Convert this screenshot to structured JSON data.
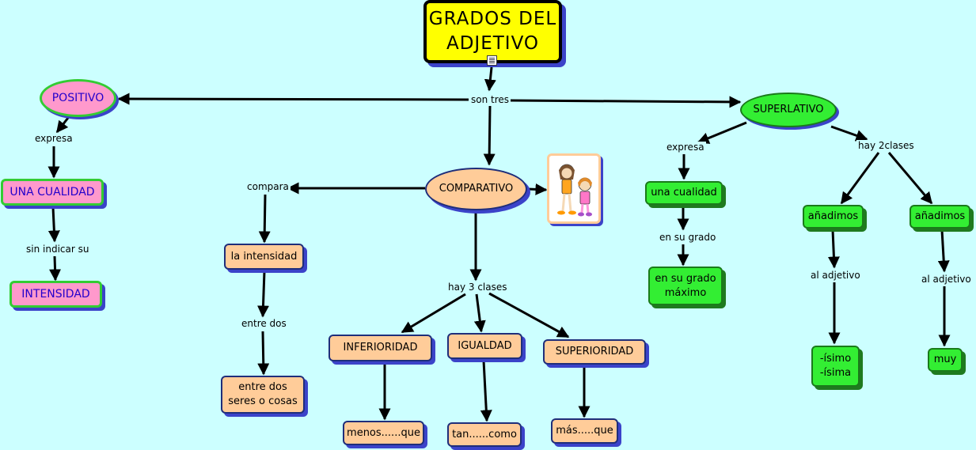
{
  "title": "GRADOS DEL ADJETIVO",
  "title_lines": [
    "GRADOS DEL",
    "ADJETIVO"
  ],
  "colors": {
    "background": "#ccffff",
    "title_fill": "#ffff00",
    "positivo_fill": "#ff99cc",
    "positivo_border": "#33cc33",
    "comparativo_fill": "#ffcc99",
    "superlativo_fill": "#33ee33",
    "shadow": "#3b43c9"
  },
  "icons": [
    "document-icon",
    "two-girls-illustration"
  ],
  "link_labels": {
    "son_tres": "son tres",
    "expresa_pos": "expresa",
    "sin_indicar": "sin indicar su",
    "compara": "compara",
    "entre_dos": "entre dos",
    "hay_3_clases": "hay 3 clases",
    "expresa_sup": "expresa",
    "en_su_grado": "en su grado",
    "hay_2clases": "hay 2clases",
    "al_adjetivo_1": "al adjetivo",
    "al_adjetivo_2": "al adjetivo"
  },
  "positivo": {
    "label": "POSITIVO",
    "cualidad": "UNA CUALIDAD",
    "intensidad": "INTENSIDAD"
  },
  "comparativo": {
    "label": "COMPARATIVO",
    "intensidad": "la intensidad",
    "entre_dos_seres": [
      "entre dos",
      "seres o cosas"
    ],
    "clases": [
      {
        "label": "INFERIORIDAD",
        "ejemplo": "menos......que"
      },
      {
        "label": "IGUALDAD",
        "ejemplo": "tan......como"
      },
      {
        "label": "SUPERIORIDAD",
        "ejemplo": "más.....que"
      }
    ]
  },
  "superlativo": {
    "label": "SUPERLATIVO",
    "cualidad": "una cualidad",
    "grado_maximo": [
      "en su grado",
      "máximo"
    ],
    "anadimos_1": "añadimos",
    "anadimos_2": "añadimos",
    "sufijos": [
      "-ísimo",
      "-ísima"
    ],
    "muy": "muy"
  }
}
